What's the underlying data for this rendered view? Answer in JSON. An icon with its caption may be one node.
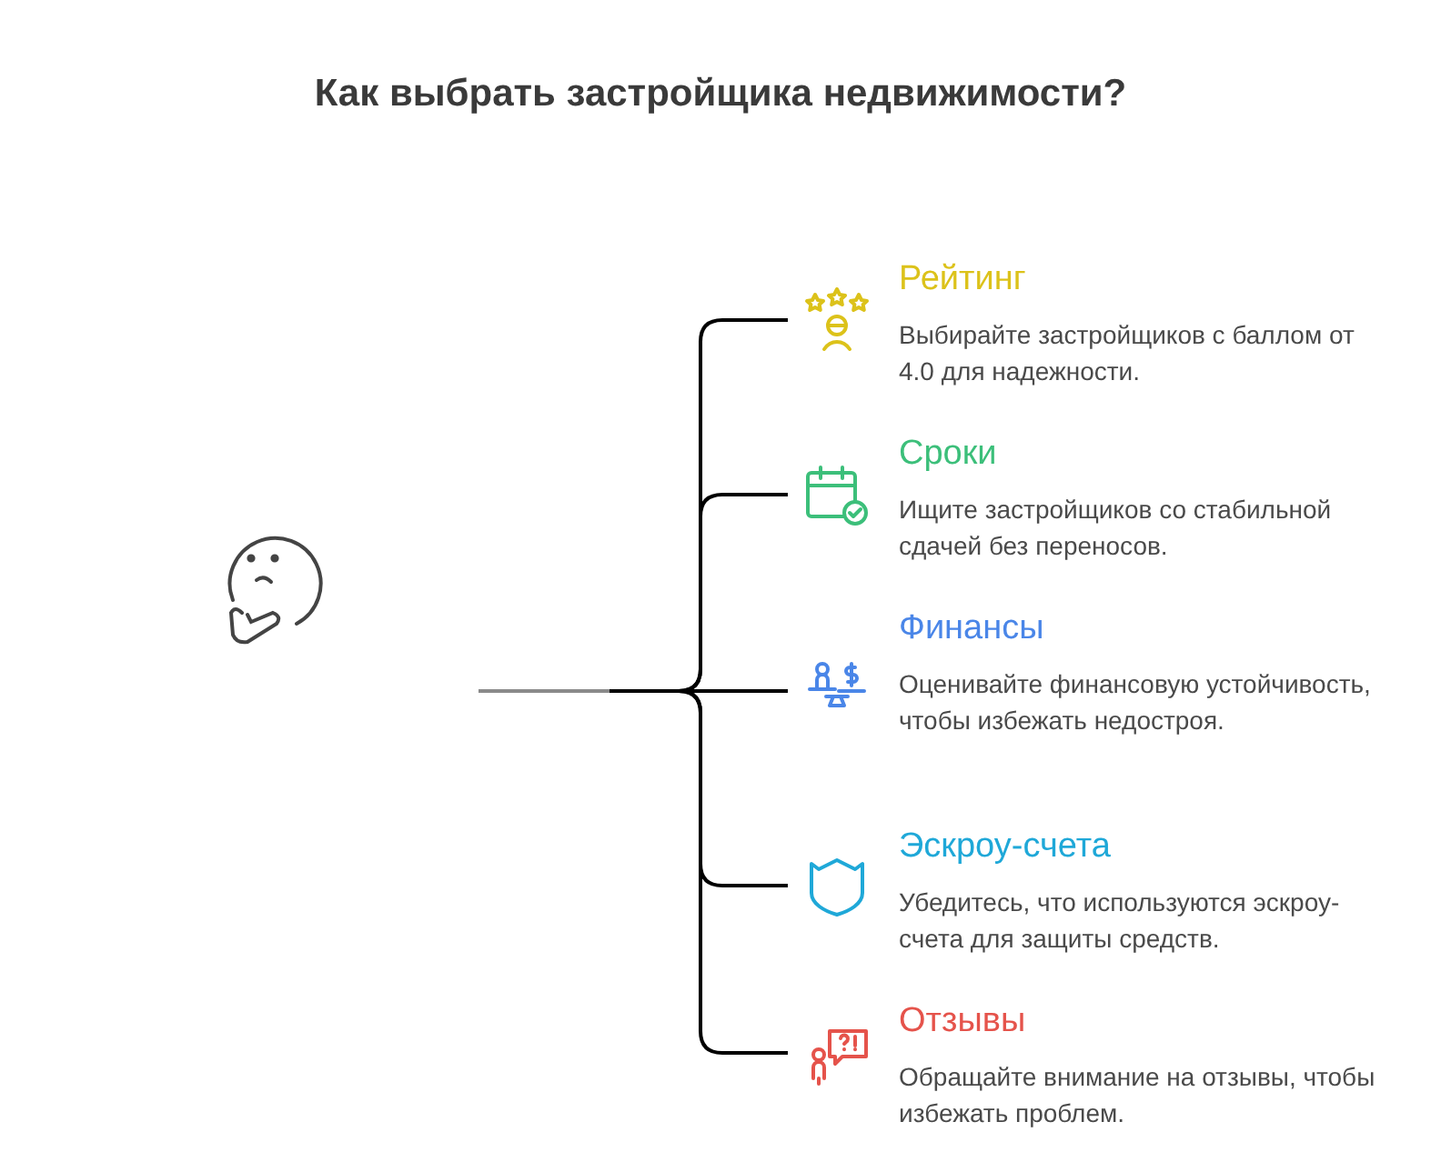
{
  "diagram": {
    "title": "Как выбрать застройщика недвижимости?",
    "nodes": [
      {
        "text": [
          "Рейтинг",
          "Выбирайте застройщиков с баллом от 4.0 для надежности."
        ]
      },
      {
        "text": [
          "Сроки",
          "Ищите застройщиков со стабильной сдачей без переносов."
        ]
      },
      {
        "text": [
          "Финансы",
          "Оценивайте финансовую устойчивость, чтобы избежать недостроя."
        ]
      },
      {
        "text": [
          "Эскроу-счета",
          "Убедитесь, что используются эскроу-счета для защиты средств."
        ]
      },
      {
        "text": [
          "Отзывы",
          "Обращайте внимание на отзывы, чтобы избежать проблем."
        ]
      }
    ],
    "edges": [
      {
        "from": null,
        "to": 0,
        "arrow": "none"
      },
      {
        "from": null,
        "to": 1,
        "arrow": "none"
      },
      {
        "from": null,
        "to": 2,
        "arrow": "none"
      },
      {
        "from": null,
        "to": 3,
        "arrow": "none"
      },
      {
        "from": null,
        "to": 4,
        "arrow": "none"
      }
    ]
  }
}
